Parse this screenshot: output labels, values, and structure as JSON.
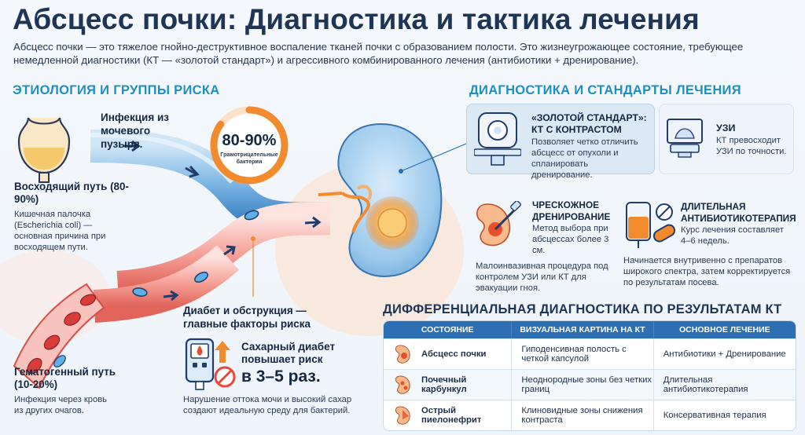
{
  "title": "Абсцесс почки: Диагностика и тактика лечения",
  "intro": "Абсцесс почки — это тяжелое гнойно-деструктивное воспаление тканей почки с образованием полости. Это жизнеугрожающее состояние, требующее немедленной диагностики (КТ — «золотой стандарт») и агрессивного комбинированного лечения (антибиотики + дренирование).",
  "etiology": {
    "heading": "ЭТИОЛОГИЯ И ГРУППЫ РИСКА",
    "bladder_infection": "Инфекция из мочевого пузыря.",
    "stat_value": "80-90%",
    "stat_label": "Грамотрицательные бактерии",
    "stat_fraction": 0.85,
    "ascending_title": "Восходящий путь (80-90%)",
    "ascending_text": "Кишечная палочка (Escherichia coli) — основная причина при восходящем пути.",
    "hematogenous_title": "Гематогенный путь (10-20%)",
    "hematogenous_text": "Инфекция через кровь из других очагов.",
    "risk_title": "Диабет и обструкция — главные факторы риска",
    "diabetes_line": "Сахарный диабет повышает риск",
    "diabetes_value": "в 3–5 раз.",
    "risk_text": "Нарушение оттока мочи и высокий сахар создают идеальную среду для бактерий."
  },
  "diagnostics": {
    "heading": "ДИАГНОСТИКА И СТАНДАРТЫ ЛЕЧЕНИЯ",
    "ct_title": "«ЗОЛОТОЙ СТАНДАРТ»: КТ С КОНТРАСТОМ",
    "ct_text": "Позволяет четко отличить абсцесс от опухоли и спланировать дренирование.",
    "us_title": "УЗИ",
    "us_text": "КТ превосходит УЗИ по точности.",
    "drain_title": "ЧРЕСКОЖНОЕ ДРЕНИРОВАНИЕ",
    "drain_short": "Метод выбора при абсцессах более 3 см.",
    "drain_text": "Малоинвазивная процедура под контролем УЗИ или КТ для эвакуации гноя.",
    "abx_title": "ДЛИТЕЛЬНАЯ АНТИБИОТИКОТЕРАПИЯ",
    "abx_short": "Курс лечения составляет 4–6 недель.",
    "abx_text": "Начинается внутривенно с препаратов широкого спектра, затем корректируется по результатам посева."
  },
  "differential": {
    "heading": "ДИФФЕРЕНЦИАЛЬНАЯ ДИАГНОСТИКА ПО РЕЗУЛЬТАТАМ КТ",
    "columns": [
      "СОСТОЯНИЕ",
      "ВИЗУАЛЬНАЯ КАРТИНА НА КТ",
      "ОСНОВНОЕ ЛЕЧЕНИЕ"
    ],
    "rows": [
      {
        "state": "Абсцесс почки",
        "ct": "Гиподенсивная полость с четкой капсулой",
        "treatment": "Антибиотики + Дренирование"
      },
      {
        "state": "Почечный карбункул",
        "ct": "Неоднородные зоны без четких границ",
        "treatment": "Длительная антибиотикотерапия"
      },
      {
        "state": "Острый пиелонефрит",
        "ct": "Клиновидные зоны снижения контраста",
        "treatment": "Консервативная терапия"
      }
    ]
  },
  "colors": {
    "title": "#1e3556",
    "accent": "#1d8fc0",
    "orange": "#f28a2e",
    "table_header": "#2c6fb2"
  }
}
